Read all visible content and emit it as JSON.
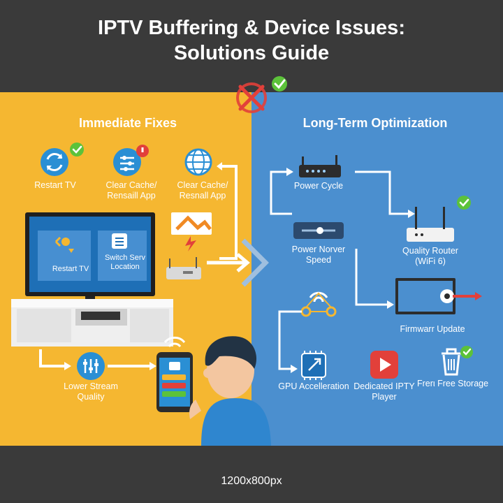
{
  "title": {
    "line1": "IPTV Buffering & Device Issues:",
    "line2": "Solutions Guide"
  },
  "left": {
    "heading": "Immediate Fixes",
    "restart_tv": "Restart TV",
    "clear_cache_1": "Clear Cache/ Rensaill App",
    "clear_cache_2": "Clear Cache/ Resnall App",
    "tv_restart": "Restart TV",
    "tv_switch": "Switch Serv Location",
    "lower_stream": "Lower Stream Quality"
  },
  "right": {
    "heading": "Long-Term Optimization",
    "power_cycle": "Power Cycle",
    "power_norver": "Power Norver Speed",
    "quality_router": "Quality Router (WiFi 6)",
    "firmware": "Firmwarr Update",
    "gpu": "GPU Accelleration",
    "dedicated": "Dedicated IPTY Player",
    "free_storage": "Frerι Free Storage"
  },
  "footer": {
    "dimensions": "1200x800px"
  },
  "colors": {
    "left_bg": "#f5b731",
    "right_bg": "#4b8fcf",
    "header_bg": "#3a3a3a",
    "check": "#5cc23a",
    "error": "#e2403a"
  }
}
